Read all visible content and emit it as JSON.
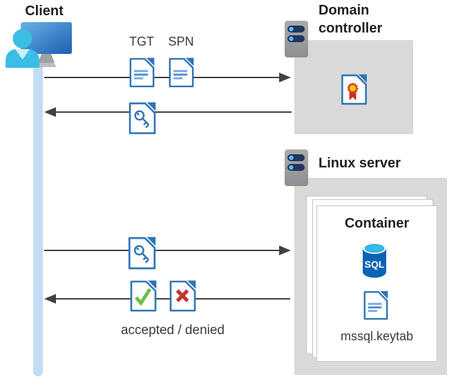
{
  "client": {
    "label": "Client"
  },
  "domain_controller": {
    "label": "Domain controller"
  },
  "linux_server": {
    "label": "Linux server"
  },
  "container": {
    "label": "Container",
    "sql_text": "SQL",
    "keytab_label": "mssql.keytab"
  },
  "messages": {
    "tgt": "TGT",
    "spn": "SPN",
    "result": "accepted / denied"
  },
  "icons": {
    "client": "user-at-monitor-icon",
    "server": "server-icon",
    "certificate": "certificate-document-icon",
    "ticket": "ticket-document-icon",
    "key": "key-document-icon",
    "accepted": "check-document-icon",
    "denied": "cross-document-icon",
    "sql": "sql-database-icon"
  },
  "colors": {
    "doc_blue": "#2E75B6",
    "doc_line_light": "#7EA9DF",
    "doc_line_dark": "#4E8FD0",
    "accent_cyan": "#3ABEE3",
    "box_gray": "#D9D9D9",
    "arrow_gray": "#404040",
    "check_green": "#6CBE45",
    "cross_red": "#C13530",
    "sql_blue": "#0A63B5",
    "client_line_blue": "#C3DCF3"
  }
}
